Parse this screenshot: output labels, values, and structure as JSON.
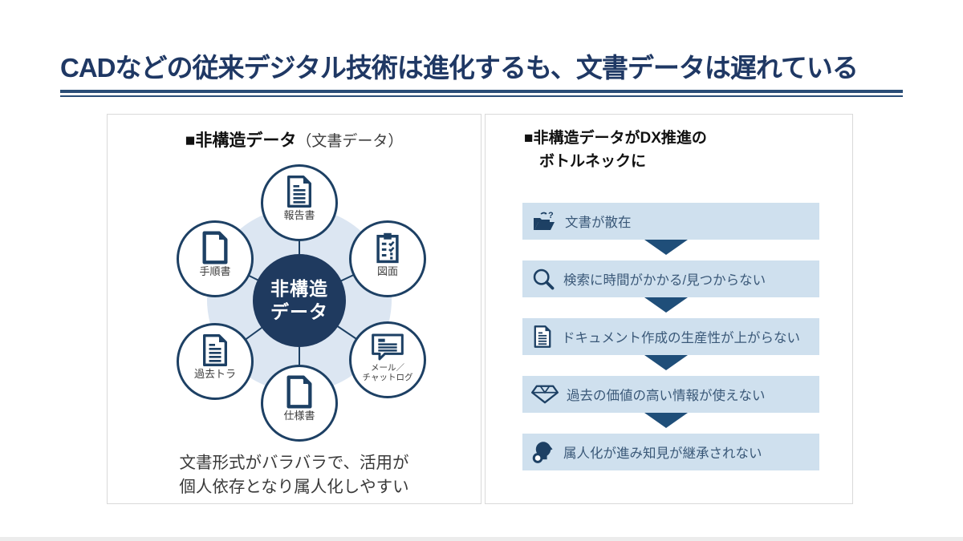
{
  "slide": {
    "title": "CADなどの従来デジタル技術は進化するも、文書データは遅れている"
  },
  "left_panel": {
    "heading_bold": "■非構造データ",
    "heading_note": "（文書データ）",
    "center_label": "非構造\nデータ",
    "nodes": [
      {
        "label": "報告書",
        "icon": "document-lines-icon"
      },
      {
        "label": "手順書",
        "icon": "document-blank-icon"
      },
      {
        "label": "図面",
        "icon": "clipboard-checklist-icon"
      },
      {
        "label": "過去トラ",
        "icon": "document-lines-icon"
      },
      {
        "label": "メール／\nチャットログ",
        "icon": "chat-bubble-icon"
      },
      {
        "label": "仕様書",
        "icon": "document-blank-icon"
      }
    ],
    "caption": "文書形式がバラバラで、活用が\n個人依存となり属人化しやすい"
  },
  "right_panel": {
    "heading_line1": "■非構造データがDX推進の",
    "heading_line2": "ボトルネックに",
    "items": [
      {
        "label": "文書が散在",
        "icon": "scattered-folder-icon"
      },
      {
        "label": "検索に時間がかかる/見つからない",
        "icon": "search-icon"
      },
      {
        "label": "ドキュメント作成の生産性が上がらない",
        "icon": "document-lines-icon"
      },
      {
        "label": "過去の価値の高い情報が使えない",
        "icon": "diamond-icon"
      },
      {
        "label": "属人化が進み知見が継承されない",
        "icon": "person-knowledge-icon"
      }
    ]
  },
  "colors": {
    "title_navy": "#1f3864",
    "icon_navy": "#1d4064",
    "center_circle": "#1f3a5f",
    "bar_background": "#cfe0ee",
    "bar_text": "#3a5878",
    "blob_background": "#dce6f2",
    "arrow_navy": "#1f4e79"
  }
}
